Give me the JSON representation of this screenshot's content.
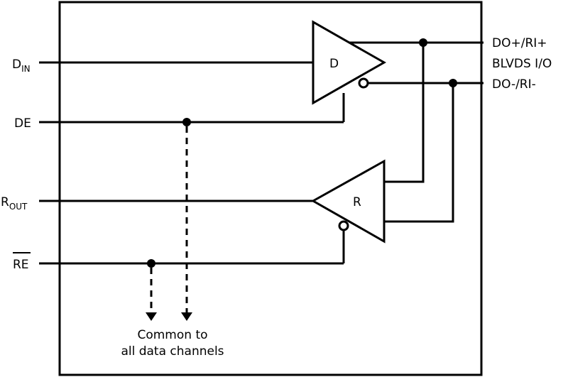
{
  "inputs": {
    "din": {
      "main": "D",
      "sub": "IN"
    },
    "de": "DE",
    "rout": {
      "main": "R",
      "sub": "OUT"
    },
    "re": "RE"
  },
  "outputs": {
    "pos": "DO+/RI+",
    "bus": "BLVDS I/O",
    "neg": "DO-/RI-"
  },
  "driver_label": "D",
  "receiver_label": "R",
  "note": {
    "line1": "Common to",
    "line2": "all data channels"
  }
}
